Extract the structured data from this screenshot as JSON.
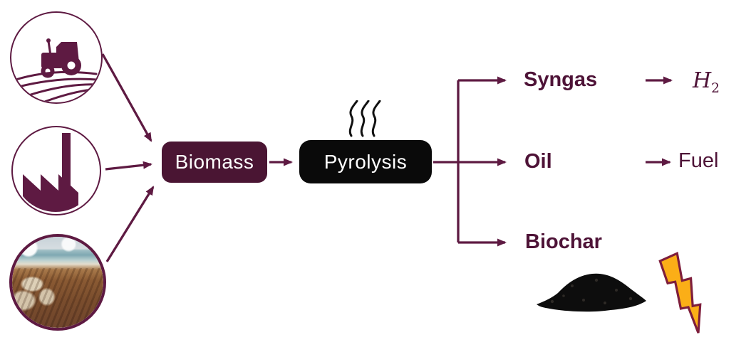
{
  "diagram": {
    "title": "Biomass pyrolysis process flow",
    "sources": [
      {
        "name": "agriculture",
        "icon": "tractor-field-icon"
      },
      {
        "name": "industry",
        "icon": "factory-icon"
      },
      {
        "name": "sargassum-beach",
        "icon": "sargassum-beach-photo"
      }
    ],
    "nodes": {
      "biomass": {
        "label": "Biomass"
      },
      "pyrolysis": {
        "label": "Pyrolysis",
        "icon": "heat-waves-icon"
      }
    },
    "outputs": {
      "syngas": {
        "label": "Syngas",
        "product": {
          "symbol": "H",
          "subscript": "2"
        }
      },
      "oil": {
        "label": "Oil",
        "product": "Fuel"
      },
      "biochar": {
        "label": "Biochar",
        "images": [
          "biochar-pile-image",
          "lightning-bolt-icon"
        ]
      }
    },
    "colors": {
      "maroon_line": "#5E1A42",
      "maroon_text": "#4E1337",
      "biomass_fill": "#4A1533",
      "pyrolysis_fill": "#0A0A0A",
      "bolt_fill": "#FBAE17",
      "bolt_stroke": "#7E1E3C",
      "background": "#FFFFFF"
    }
  }
}
